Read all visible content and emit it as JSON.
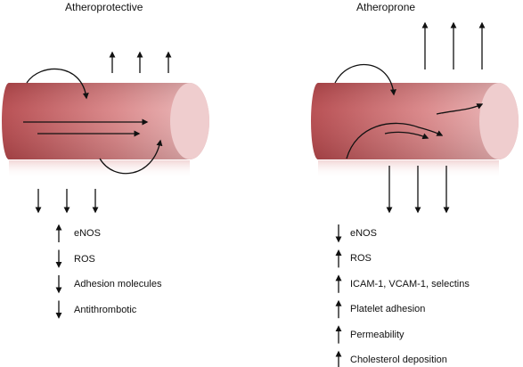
{
  "panels": [
    {
      "id": "left",
      "title": "Atheroprotective",
      "effects": [
        {
          "direction": "up",
          "label": "eNOS"
        },
        {
          "direction": "down",
          "label": "ROS"
        },
        {
          "direction": "down",
          "label": "Adhesion molecules"
        },
        {
          "direction": "down",
          "label": "Antithrombotic"
        }
      ]
    },
    {
      "id": "right",
      "title": "Atheroprone",
      "effects": [
        {
          "direction": "down",
          "label": "eNOS"
        },
        {
          "direction": "up",
          "label": "ROS"
        },
        {
          "direction": "up",
          "label": "ICAM-1, VCAM-1, selectins"
        },
        {
          "direction": "up",
          "label": "Platelet adhesion"
        },
        {
          "direction": "up",
          "label": "Permeability"
        },
        {
          "direction": "up",
          "label": "Cholesterol deposition"
        }
      ]
    }
  ],
  "colors": {
    "vessel_dark": "#b7474b",
    "vessel_light": "#f0c9c9",
    "arrow": "#111111"
  }
}
